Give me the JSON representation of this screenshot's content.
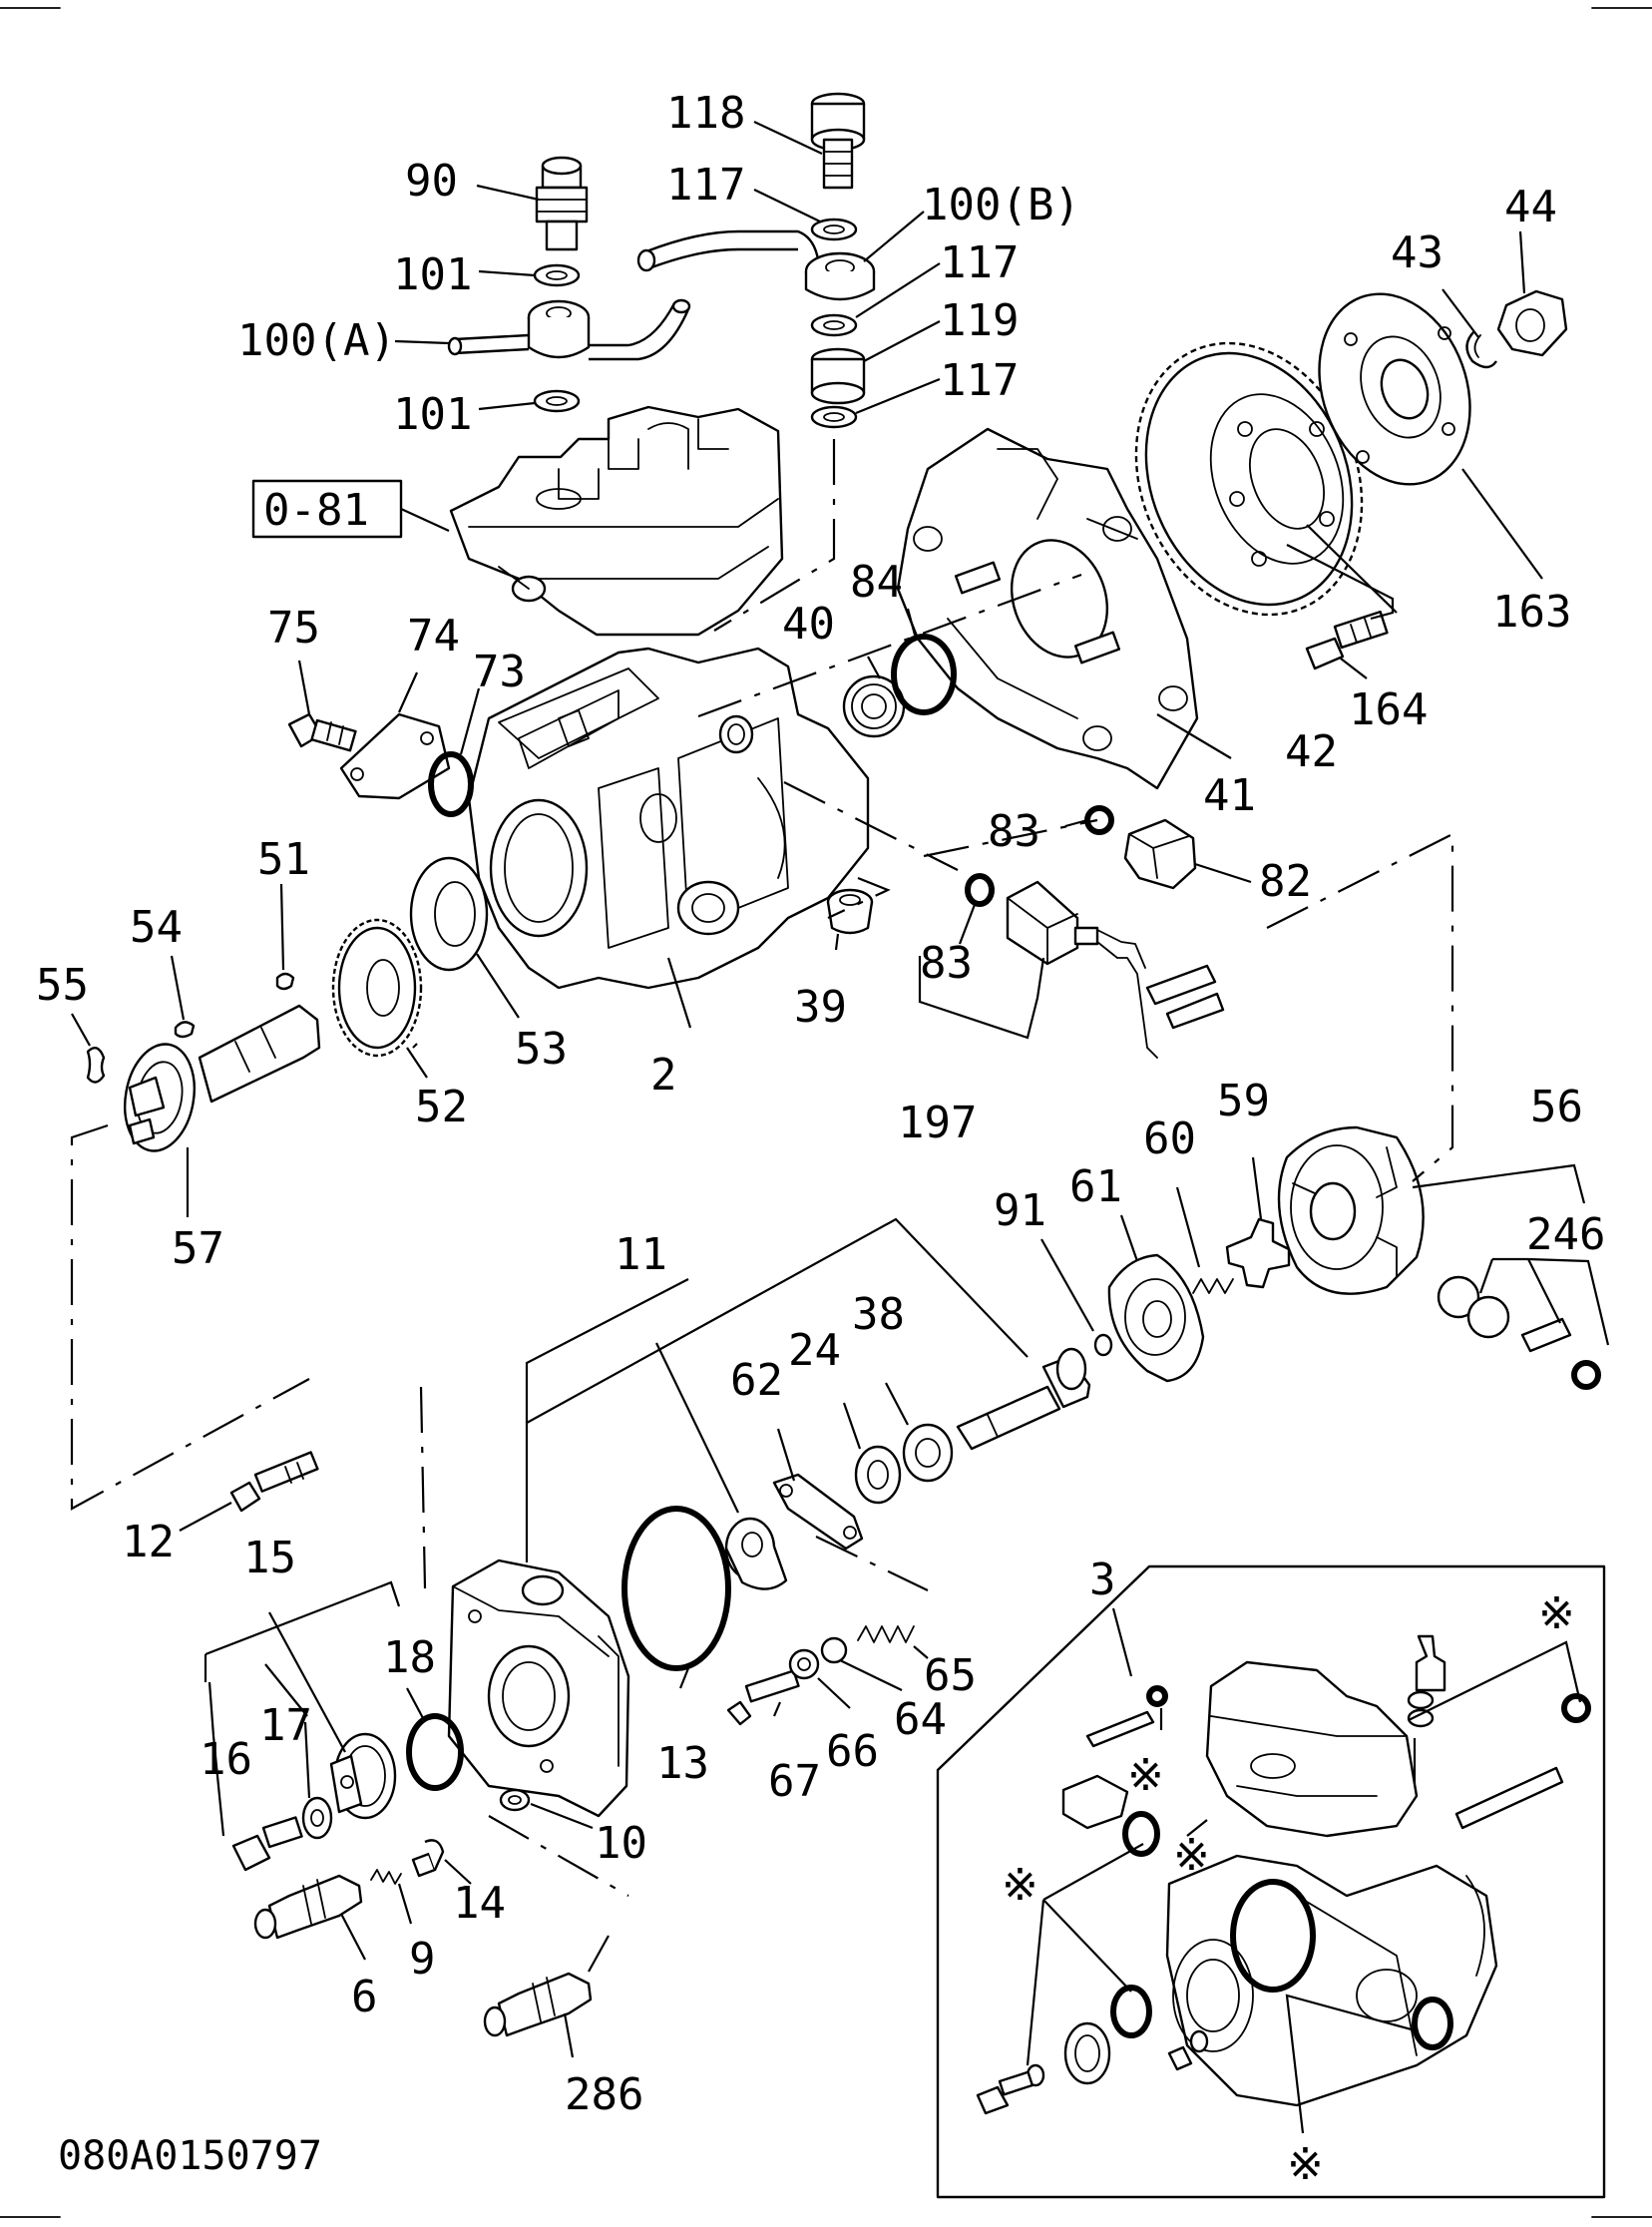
{
  "diagram": {
    "drawing_code": "080A0150797",
    "reference_box": "0-81",
    "asterisk": "※",
    "labels": {
      "l118": "118",
      "l90": "90",
      "l117a": "117",
      "l100b": "100(B)",
      "l101a": "101",
      "l117b": "117",
      "l100a": "100(A)",
      "l119": "119",
      "l101b": "101",
      "l117c": "117",
      "l43": "43",
      "l44": "44",
      "l163": "163",
      "l75": "75",
      "l74": "74",
      "l73": "73",
      "l40": "40",
      "l84": "84",
      "l42": "42",
      "l164": "164",
      "l41": "41",
      "l51": "51",
      "l54": "54",
      "l55": "55",
      "l83a": "83",
      "l82": "82",
      "l83b": "83",
      "l39": "39",
      "l53": "53",
      "l2": "2",
      "l52": "52",
      "l57": "57",
      "l197": "197",
      "l59": "59",
      "l56": "56",
      "l60": "60",
      "l61": "61",
      "l91": "91",
      "l246": "246",
      "l11": "11",
      "l38": "38",
      "l24": "24",
      "l62": "62",
      "l12": "12",
      "l15": "15",
      "l3": "3",
      "l18": "18",
      "l65": "65",
      "l64": "64",
      "l17": "17",
      "l16": "16",
      "l13": "13",
      "l66": "66",
      "l67": "67",
      "l10": "10",
      "l14": "14",
      "l9": "9",
      "l6": "6",
      "l286": "286"
    }
  }
}
